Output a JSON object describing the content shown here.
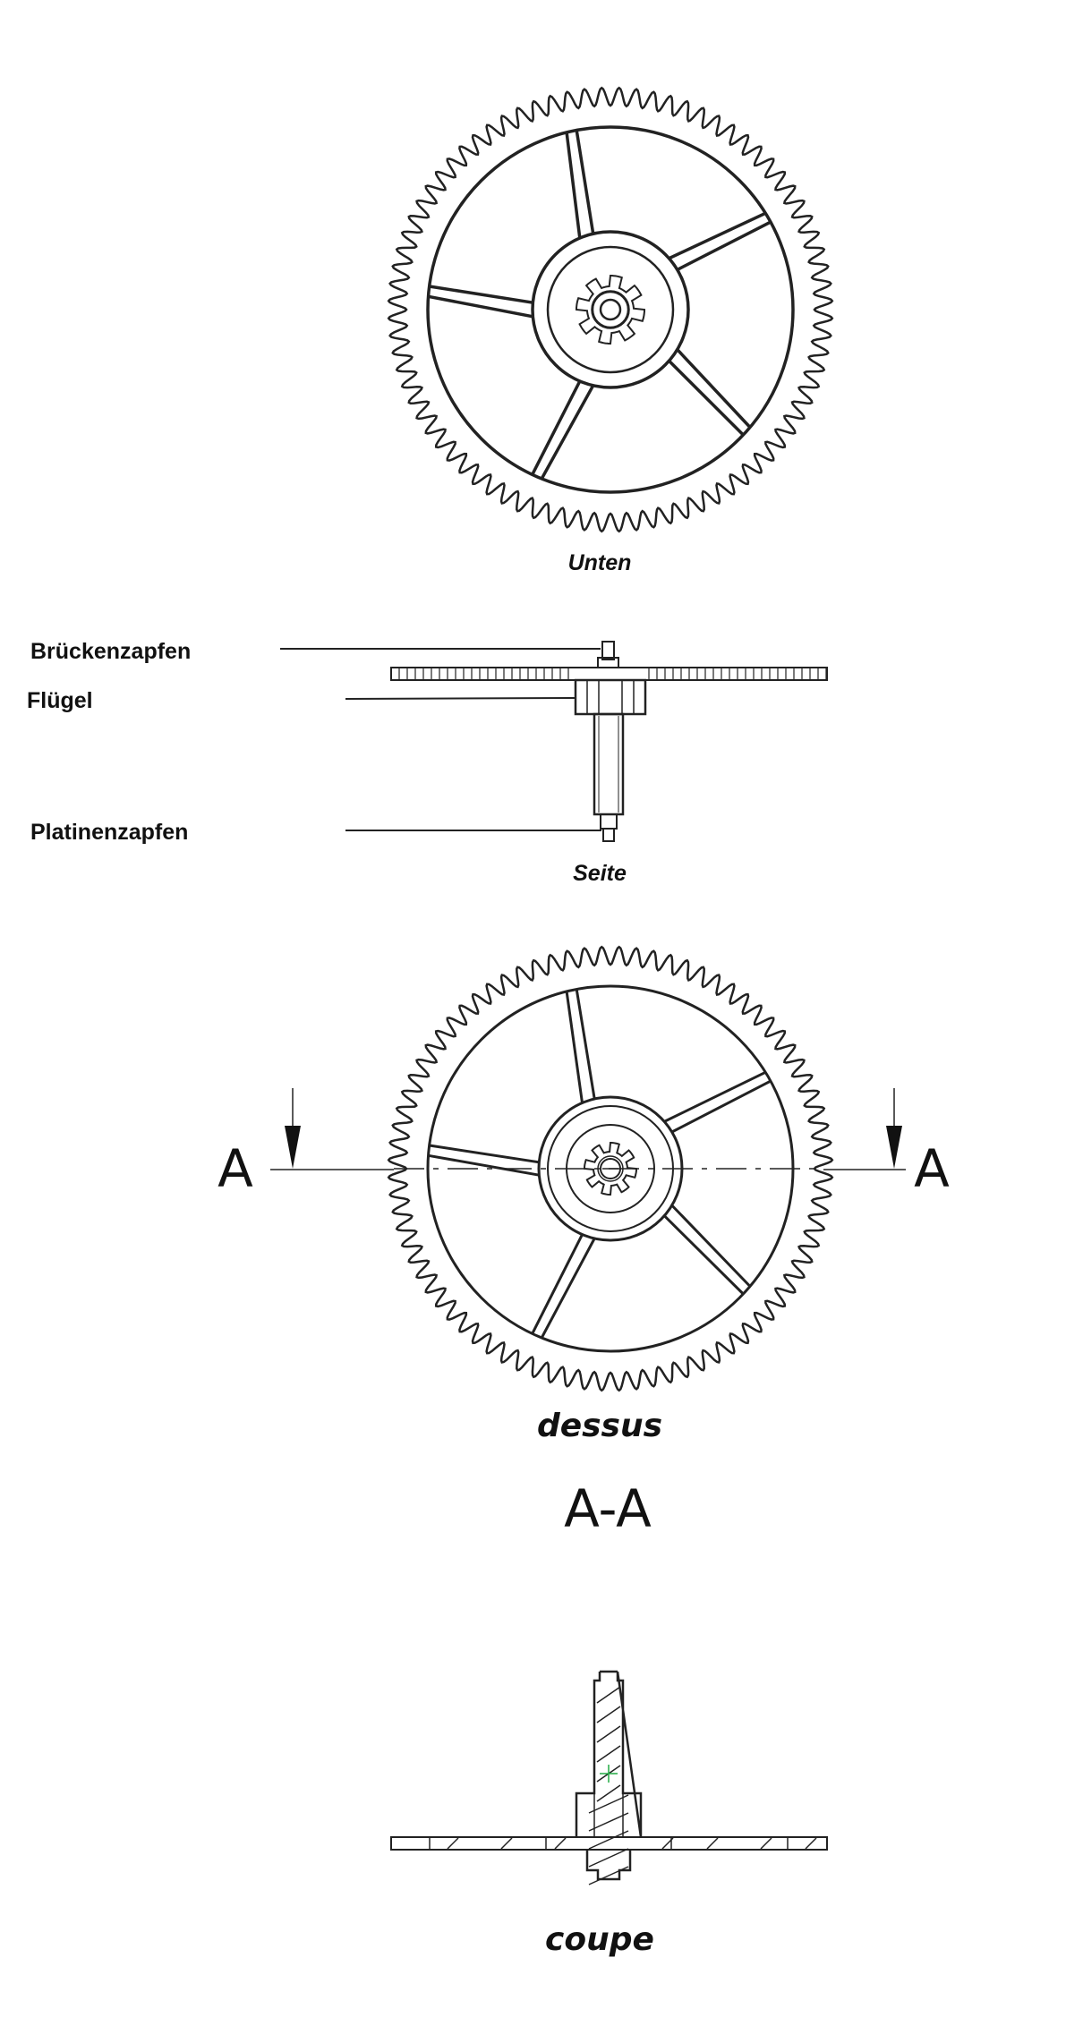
{
  "views": {
    "bottom": {
      "caption": "Unten"
    },
    "side": {
      "caption": "Seite",
      "callouts": {
        "bridge_pivot": "Brückenzapfen",
        "pinion": "Flügel",
        "plate_pivot": "Platinenzapfen"
      }
    },
    "top": {
      "caption": "dessus",
      "section_left": "A",
      "section_right": "A"
    },
    "section": {
      "title": "A-A",
      "caption": "coupe"
    }
  },
  "wheel": {
    "teeth": 80,
    "spokes": 5,
    "pinion_leaves": 8
  },
  "colors": {
    "line": "#222222",
    "centermark": "#22aa44"
  }
}
